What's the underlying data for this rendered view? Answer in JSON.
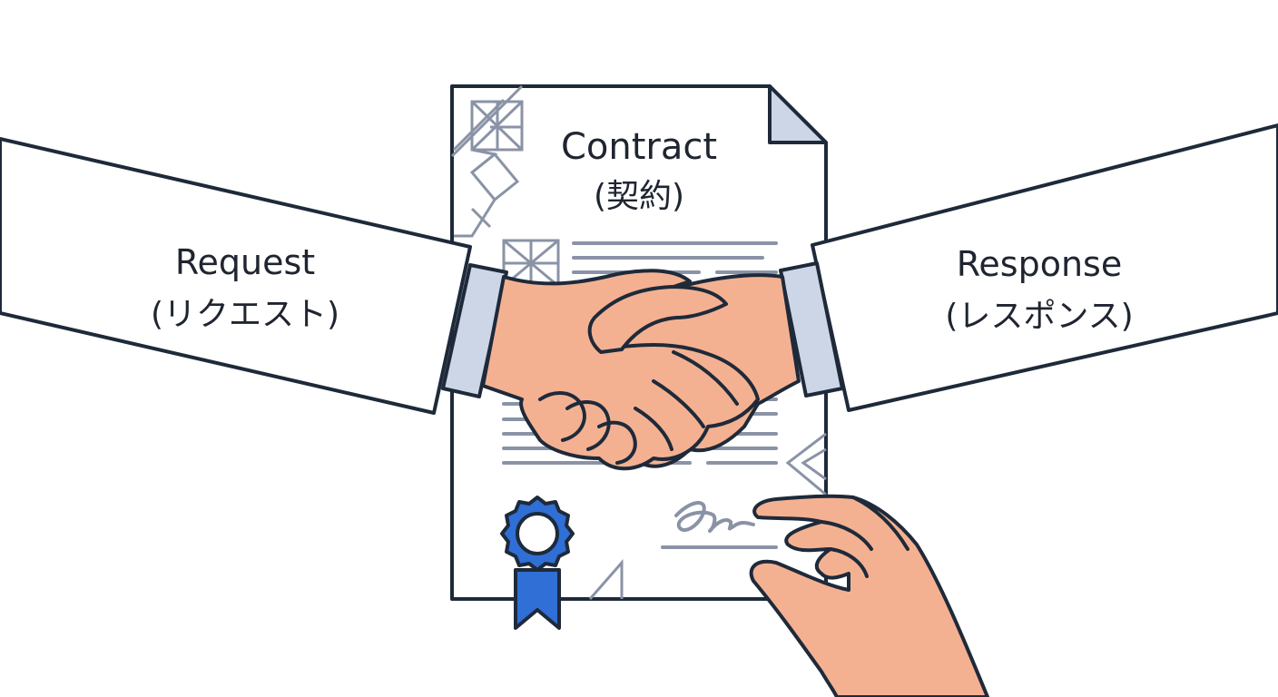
{
  "document": {
    "title": "Contract",
    "title_sub": "(契約)"
  },
  "left_arm": {
    "label": "Request",
    "label_sub": "(リクエスト)"
  },
  "right_arm": {
    "label": "Response",
    "label_sub": "(レスポンス)"
  },
  "colors": {
    "outline": "#1e2a3a",
    "skin": "#f4b191",
    "cuff": "#cdd6e6",
    "paper_lines": "#8a93a6",
    "ribbon": "#2f6fd6",
    "background": "#ffffff"
  }
}
